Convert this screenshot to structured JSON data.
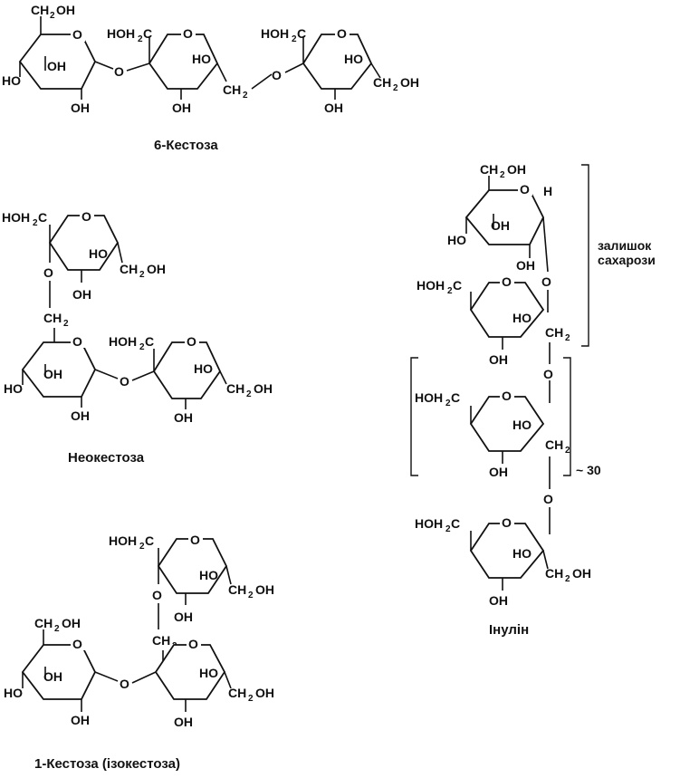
{
  "captions": {
    "kestose6": "6-Кестоза",
    "neokestose": "Неокестоза",
    "kestose1": "1-Кестоза (ізокестоза)",
    "inulin": "Інулін"
  },
  "inulin_labels": {
    "sucrose_residue_line1": "залишок",
    "sucrose_residue_line2": "сахарози",
    "repeat_count": "~ 30"
  },
  "atoms": {
    "ch2oh": "CH",
    "two": "2",
    "oh": "OH",
    "ho": "HO",
    "ho_h2c": "HOH",
    "c": "C",
    "o": "O",
    "h": "H",
    "ch2": "CH"
  },
  "colors": {
    "ink": "#111111",
    "paper": "#ffffff"
  }
}
